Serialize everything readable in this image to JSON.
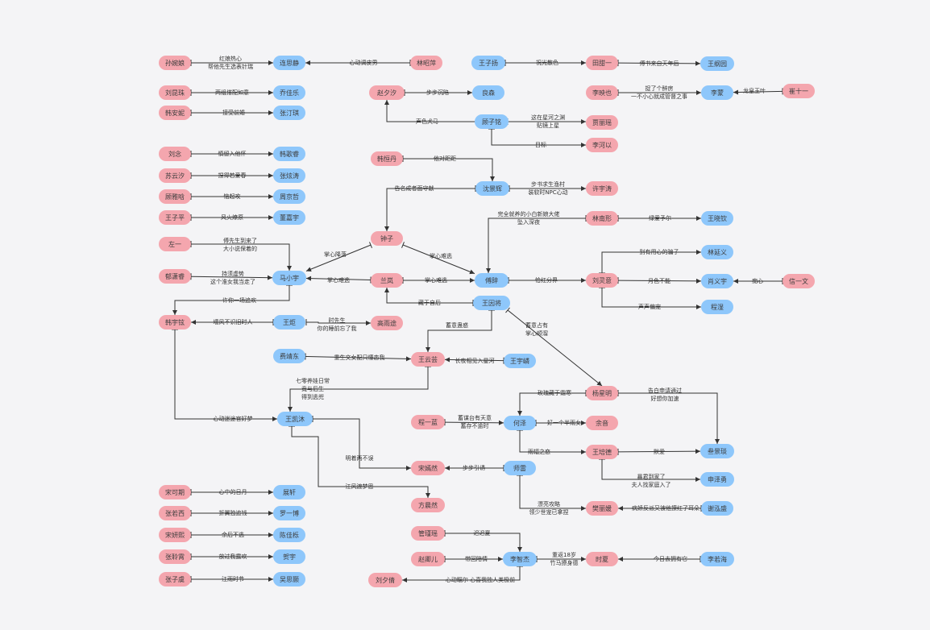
{
  "colors": {
    "female": "#f4a6ae",
    "male": "#8ec7fb",
    "edge": "#333333",
    "background": "#f4f4f6"
  },
  "nodes": [
    {
      "id": "n1",
      "label": "孙婉娘",
      "color": "pink"
    },
    {
      "id": "n2",
      "label": "连思静",
      "color": "blue"
    },
    {
      "id": "n3",
      "label": "林昭萍",
      "color": "pink"
    },
    {
      "id": "n4",
      "label": "刘昆珠",
      "color": "pink"
    },
    {
      "id": "n5",
      "label": "乔佳乐",
      "color": "blue"
    },
    {
      "id": "n6",
      "label": "韩安妮",
      "color": "pink"
    },
    {
      "id": "n7",
      "label": "张汀琪",
      "color": "blue"
    },
    {
      "id": "n8",
      "label": "赵夕汐",
      "color": "pink"
    },
    {
      "id": "n9",
      "label": "良森",
      "color": "blue"
    },
    {
      "id": "n10",
      "label": "顾子铭",
      "color": "blue"
    },
    {
      "id": "n11",
      "label": "贾丽瑶",
      "color": "pink"
    },
    {
      "id": "n12",
      "label": "李河以",
      "color": "pink"
    },
    {
      "id": "n13",
      "label": "王子扬",
      "color": "blue"
    },
    {
      "id": "n14",
      "label": "田甜一",
      "color": "pink"
    },
    {
      "id": "n15",
      "label": "王纲园",
      "color": "blue"
    },
    {
      "id": "n16",
      "label": "李映也",
      "color": "pink"
    },
    {
      "id": "n17",
      "label": "李蒙",
      "color": "blue"
    },
    {
      "id": "n18",
      "label": "崔十一",
      "color": "pink"
    },
    {
      "id": "n19",
      "label": "刘念",
      "color": "pink"
    },
    {
      "id": "n20",
      "label": "韩歌睿",
      "color": "blue"
    },
    {
      "id": "n21",
      "label": "苏云汐",
      "color": "pink"
    },
    {
      "id": "n22",
      "label": "张炫涛",
      "color": "blue"
    },
    {
      "id": "n23",
      "label": "顾雅晗",
      "color": "pink"
    },
    {
      "id": "n24",
      "label": "周京哲",
      "color": "blue"
    },
    {
      "id": "n25",
      "label": "王子平",
      "color": "pink"
    },
    {
      "id": "n26",
      "label": "董嘉宇",
      "color": "blue"
    },
    {
      "id": "n27",
      "label": "韩恒丹",
      "color": "pink"
    },
    {
      "id": "n28",
      "label": "沈景辉",
      "color": "blue"
    },
    {
      "id": "n29",
      "label": "许宇涛",
      "color": "pink"
    },
    {
      "id": "n30",
      "label": "林南形",
      "color": "pink"
    },
    {
      "id": "n31",
      "label": "王晓钦",
      "color": "blue"
    },
    {
      "id": "n32",
      "label": "左一",
      "color": "pink"
    },
    {
      "id": "n33",
      "label": "钟子",
      "color": "pink"
    },
    {
      "id": "n34",
      "label": "郁潇睿",
      "color": "pink"
    },
    {
      "id": "n35",
      "label": "马小宇",
      "color": "blue"
    },
    {
      "id": "n36",
      "label": "兰岚",
      "color": "pink"
    },
    {
      "id": "n37",
      "label": "傅辞",
      "color": "blue"
    },
    {
      "id": "n38",
      "label": "刘灵意",
      "color": "pink"
    },
    {
      "id": "n39",
      "label": "林延义",
      "color": "blue"
    },
    {
      "id": "n40",
      "label": "肖义宇",
      "color": "blue"
    },
    {
      "id": "n41",
      "label": "信一文",
      "color": "pink"
    },
    {
      "id": "n42",
      "label": "程湿",
      "color": "blue"
    },
    {
      "id": "n43",
      "label": "王因将",
      "color": "blue"
    },
    {
      "id": "n44",
      "label": "韩宇铉",
      "color": "pink"
    },
    {
      "id": "n45",
      "label": "王炬",
      "color": "blue"
    },
    {
      "id": "n46",
      "label": "高雨途",
      "color": "pink"
    },
    {
      "id": "n47",
      "label": "费靖东",
      "color": "blue"
    },
    {
      "id": "n48",
      "label": "王云芸",
      "color": "pink"
    },
    {
      "id": "n49",
      "label": "王宇嶙",
      "color": "blue"
    },
    {
      "id": "n50",
      "label": "杨星明",
      "color": "pink"
    },
    {
      "id": "n51",
      "label": "王凯沐",
      "color": "blue"
    },
    {
      "id": "n52",
      "label": "程一蓝",
      "color": "pink"
    },
    {
      "id": "n53",
      "label": "何泽",
      "color": "blue"
    },
    {
      "id": "n54",
      "label": "余音",
      "color": "pink"
    },
    {
      "id": "n55",
      "label": "王培德",
      "color": "pink"
    },
    {
      "id": "n56",
      "label": "叁景琰",
      "color": "blue"
    },
    {
      "id": "n57",
      "label": "宋嫣然",
      "color": "pink"
    },
    {
      "id": "n58",
      "label": "师雷",
      "color": "blue"
    },
    {
      "id": "n59",
      "label": "申泽勇",
      "color": "blue"
    },
    {
      "id": "n60",
      "label": "方晨然",
      "color": "pink"
    },
    {
      "id": "n61",
      "label": "宋可期",
      "color": "pink"
    },
    {
      "id": "n62",
      "label": "展轩",
      "color": "blue"
    },
    {
      "id": "n63",
      "label": "张若西",
      "color": "pink"
    },
    {
      "id": "n64",
      "label": "罗一博",
      "color": "blue"
    },
    {
      "id": "n65",
      "label": "宋妍熙",
      "color": "pink"
    },
    {
      "id": "n66",
      "label": "陈佳栎",
      "color": "blue"
    },
    {
      "id": "n67",
      "label": "张聆霄",
      "color": "pink"
    },
    {
      "id": "n68",
      "label": "贺宇",
      "color": "blue"
    },
    {
      "id": "n69",
      "label": "张子虞",
      "color": "pink"
    },
    {
      "id": "n70",
      "label": "吴思颢",
      "color": "blue"
    },
    {
      "id": "n71",
      "label": "樊丽媛",
      "color": "pink"
    },
    {
      "id": "n72",
      "label": "谢泓盛",
      "color": "blue"
    },
    {
      "id": "n73",
      "label": "管瑾瑶",
      "color": "pink"
    },
    {
      "id": "n74",
      "label": "赵卿儿",
      "color": "pink"
    },
    {
      "id": "n75",
      "label": "李智杰",
      "color": "blue"
    },
    {
      "id": "n76",
      "label": "刘夕倩",
      "color": "pink"
    },
    {
      "id": "n77",
      "label": "时夏",
      "color": "pink"
    },
    {
      "id": "n78",
      "label": "李若海",
      "color": "blue"
    }
  ],
  "edge_labels": [
    "红娘热心\n帮他先生选表针瑞",
    "心动调皮男",
    "两组搭配如意",
    "接受前婚",
    "步步沉陷",
    "声色犬马",
    "这在星河之渊\n贴镜上星",
    "目标",
    "祝光散色",
    "傅书来自天年后",
    "捉了个醉房\n一不小心就成管督之事",
    "龙皇玉叶",
    "慎留入他怀",
    "捏得若爱春",
    "恼起攻",
    "风火燎原",
    "他对距距",
    "告名成者面守献",
    "步书求生渔村\n装软时NPC心动",
    "完全就养的小白新娘大佬\n坠入深夜",
    "绿爱予尔",
    "傅先生到来了\n大小说保着的",
    "掌心降落",
    "掌心难逃",
    "持须虚势\n这个淮女我当走了",
    "掌心难逃",
    "掌心难逃",
    "恰红分界",
    "别有用心的骗子",
    "月色不能",
    "痴心",
    "声声偏宠",
    "许你一场追欢",
    "藏于自后",
    "墙风不识旧时人",
    "时先生\n你的睡前忘了我",
    "蓄意蛊惑",
    "蓄意占有\n掌心顺溜",
    "重生文女配只懂恋我",
    "长夜相见入星河",
    "七零养娃日常\n竟与后生\n得到逃兜",
    "玫瑰藏于霜寒",
    "告白申请通过\n好想你加速",
    "蓄谋台有天意\n蓄存不逾时",
    "好一个半雨女",
    "心动迷途官好梦",
    "雨辐之恋",
    "默爱",
    "暴君到家了\n夫人找家庭入了",
    "明着两不误",
    "步步引诱",
    "江风渡梦思",
    "漂亮攻略\n领少世宠已拿捏",
    "病娇反派又被他撩红了耳朵",
    "心中的日月",
    "折翼独追钱",
    "余后不逃",
    "放过我露欢",
    "江雨时节",
    "迟迟夏",
    "带回陪情",
    "重返18岁\n竹马撩身德",
    "今日去拥有它",
    "心动瞩尔 心喜我独人美极前"
  ]
}
